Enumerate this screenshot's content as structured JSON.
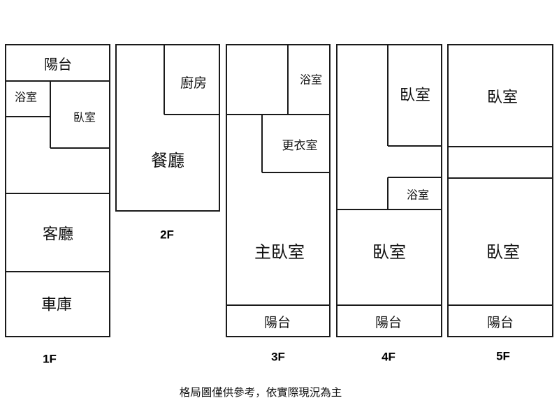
{
  "floors": {
    "f1": {
      "label": "1F",
      "rooms": {
        "balcony": "陽台",
        "bath": "浴室",
        "bedroom": "臥室",
        "living": "客廳",
        "garage": "車庫"
      }
    },
    "f2": {
      "label": "2F",
      "rooms": {
        "kitchen": "廚房",
        "dining": "餐廳"
      }
    },
    "f3": {
      "label": "3F",
      "rooms": {
        "bath": "浴室",
        "closet": "更衣室",
        "master": "主臥室",
        "balcony": "陽台"
      }
    },
    "f4": {
      "label": "4F",
      "rooms": {
        "bedroom_top": "臥室",
        "bath": "浴室",
        "bedroom": "臥室",
        "balcony": "陽台"
      }
    },
    "f5": {
      "label": "5F",
      "rooms": {
        "bedroom_top": "臥室",
        "bedroom": "臥室",
        "balcony": "陽台"
      }
    }
  },
  "note": "格局圖僅供參考，依實際現況為主",
  "colors": {
    "line": "#1a1a1a",
    "text": "#111111",
    "background": "#ffffff"
  }
}
